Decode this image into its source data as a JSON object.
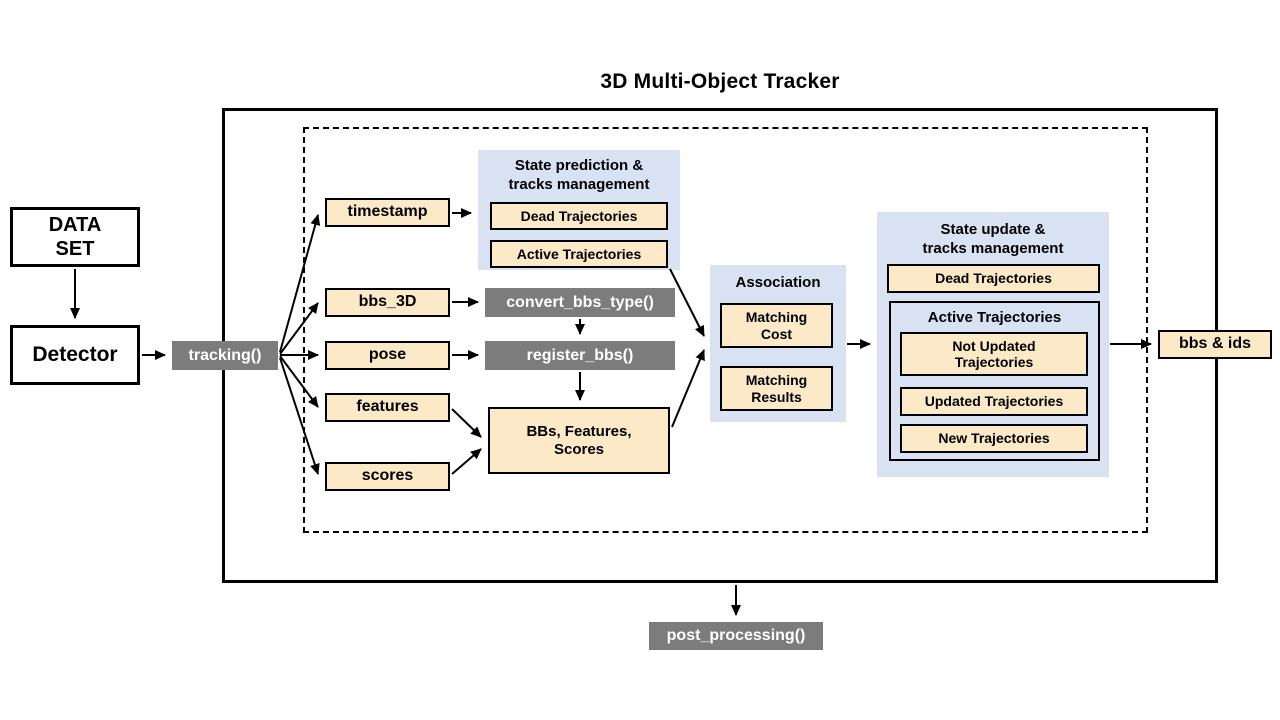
{
  "title": "3D Multi-Object  Tracker",
  "pipeline": {
    "dataset": "DATA\nSET",
    "detector": "Detector",
    "tracking_fn": "tracking()",
    "convert_fn": "convert_bbs_type()",
    "register_fn": "register_bbs()",
    "post_processing_fn": "post_processing()",
    "output": "bbs & ids"
  },
  "inputs": [
    "timestamp",
    "bbs_3D",
    "pose",
    "features",
    "scores"
  ],
  "bbs_features_scores": "BBs,  Features,\nScores",
  "prediction_panel": {
    "title": "State prediction &\ntracks management",
    "boxes": [
      "Dead Trajectories",
      "Active Trajectories"
    ]
  },
  "association_panel": {
    "title": "Association",
    "boxes": [
      "Matching\nCost",
      "Matching\nResults"
    ]
  },
  "update_panel": {
    "title": "State update &\ntracks management",
    "dead": "Dead Trajectories",
    "active": {
      "title": "Active Trajectories",
      "boxes": [
        "Not Updated\nTrajectories",
        "Updated Trajectories",
        "New Trajectories"
      ]
    }
  },
  "colors": {
    "box_fill": "#FBE9C8",
    "panel_fill": "#D9E2F3",
    "function_fill": "#7C7C7C",
    "line": "#000000"
  }
}
